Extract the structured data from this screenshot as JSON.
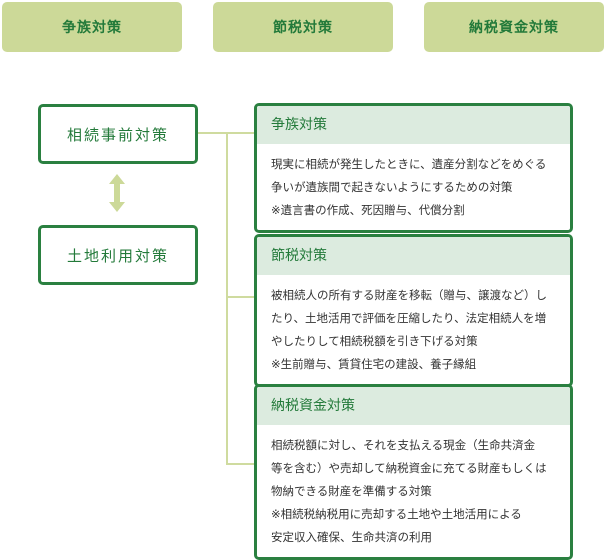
{
  "tabs": [
    "争族対策",
    "節税対策",
    "納税資金対策"
  ],
  "left_boxes": [
    "相続事前対策",
    "土地利用対策"
  ],
  "cards": [
    {
      "title": "争族対策",
      "lines": [
        "現実に相続が発生したときに、遺産分割などをめぐる",
        "争いが遺族間で起きないようにするための対策",
        "※遺言書の作成、死因贈与、代償分割"
      ]
    },
    {
      "title": "節税対策",
      "lines": [
        "被相続人の所有する財産を移転（贈与、譲渡など）し",
        "たり、土地活用で評価を圧縮したり、法定相続人を増",
        "やしたりして相続税額を引き下げる対策",
        "※生前贈与、賃貸住宅の建設、養子縁組"
      ]
    },
    {
      "title": "納税資金対策",
      "lines": [
        "相続税額に対し、それを支払える現金（生命共済金",
        "等を含む）や売却して納税資金に充てる財産もしくは",
        "物納できる財産を準備する対策",
        "※相続税納税用に売却する土地や土地活用による",
        "安定収入確保、生命共済の利用"
      ]
    }
  ]
}
